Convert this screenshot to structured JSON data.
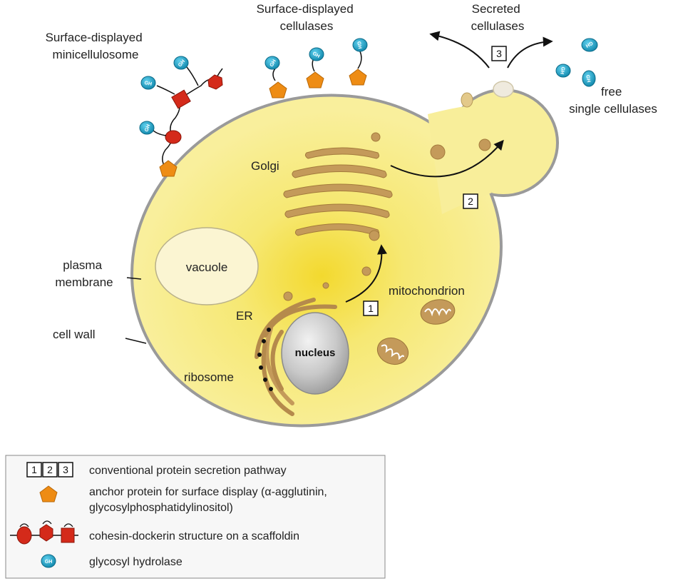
{
  "labels": {
    "surface_minicellulosome": [
      "Surface-displayed",
      "minicellulosome"
    ],
    "surface_cellulases": [
      "Surface-displayed",
      "cellulases"
    ],
    "secreted_cellulases": [
      "Secreted",
      "cellulases"
    ],
    "free_single_cellulases": [
      "free",
      "single cellulases"
    ],
    "golgi": "Golgi",
    "plasma_membrane": [
      "plasma",
      "membrane"
    ],
    "vacuole": "vacuole",
    "mitochondrion": "mitochondrion",
    "er": "ER",
    "nucleus": "nucleus",
    "ribosome": "ribosome",
    "cell_wall": "cell wall"
  },
  "gh_text": "GH",
  "steps": [
    "1",
    "2",
    "3"
  ],
  "legend": {
    "items": [
      {
        "icon": "numbered-boxes-icon",
        "text": [
          "conventional protein secretion pathway"
        ]
      },
      {
        "icon": "pentagon-anchor-icon",
        "text": [
          "anchor protein for surface display (α-agglutinin,",
          "glycosylphosphatidylinositol)"
        ]
      },
      {
        "icon": "scaffoldin-icon",
        "text": [
          "cohesin-dockerin structure on a scaffoldin"
        ]
      },
      {
        "icon": "gh-enzyme-icon",
        "text": [
          "glycosyl hydrolase"
        ]
      }
    ]
  },
  "colors": {
    "cytoplasm": "#f7ec8c",
    "cytoplasm_center": "#f4dc38",
    "membrane": "#9a9a9a",
    "organelle": "#c49a5a",
    "anchor": "#ee8c14",
    "scaffold": "#d42a1a",
    "enzyme": "#1aa3c8"
  }
}
